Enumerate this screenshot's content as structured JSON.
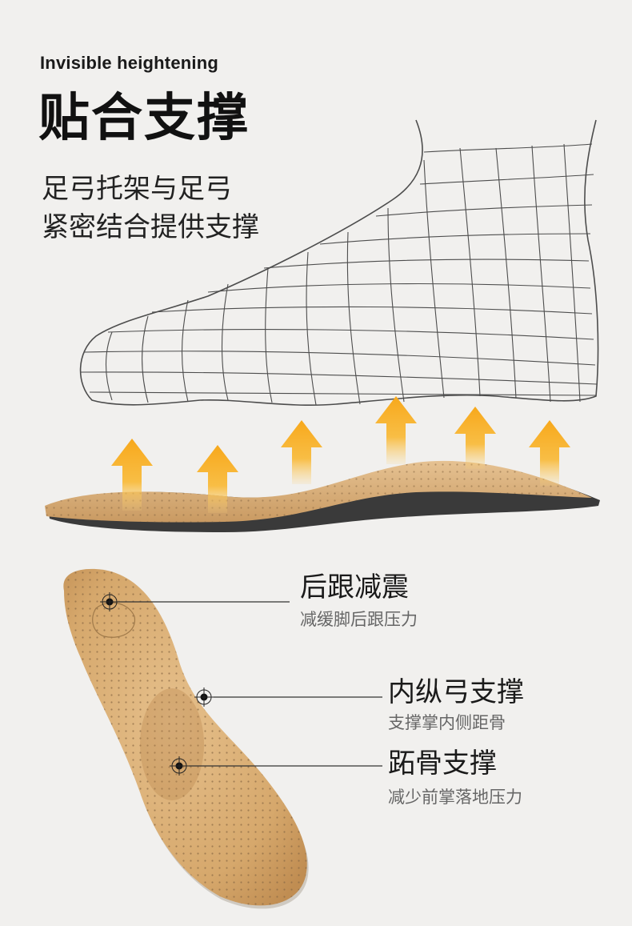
{
  "header": {
    "eyebrow": "Invisible heightening",
    "title": "贴合支撑",
    "subtitle_lines": [
      "足弓托架与足弓",
      "紧密结合提供支撑"
    ]
  },
  "callouts": [
    {
      "title": "后跟减震",
      "desc": "减缓脚后跟压力"
    },
    {
      "title": "内纵弓支撑",
      "desc": "支撑掌内侧距骨"
    },
    {
      "title": "跖骨支撑",
      "desc": "减少前掌落地压力"
    }
  ],
  "colors": {
    "background": "#f1f0ee",
    "arrow": "#f7a81b",
    "leather": "#d9b07a",
    "wireframe": "#555555"
  }
}
